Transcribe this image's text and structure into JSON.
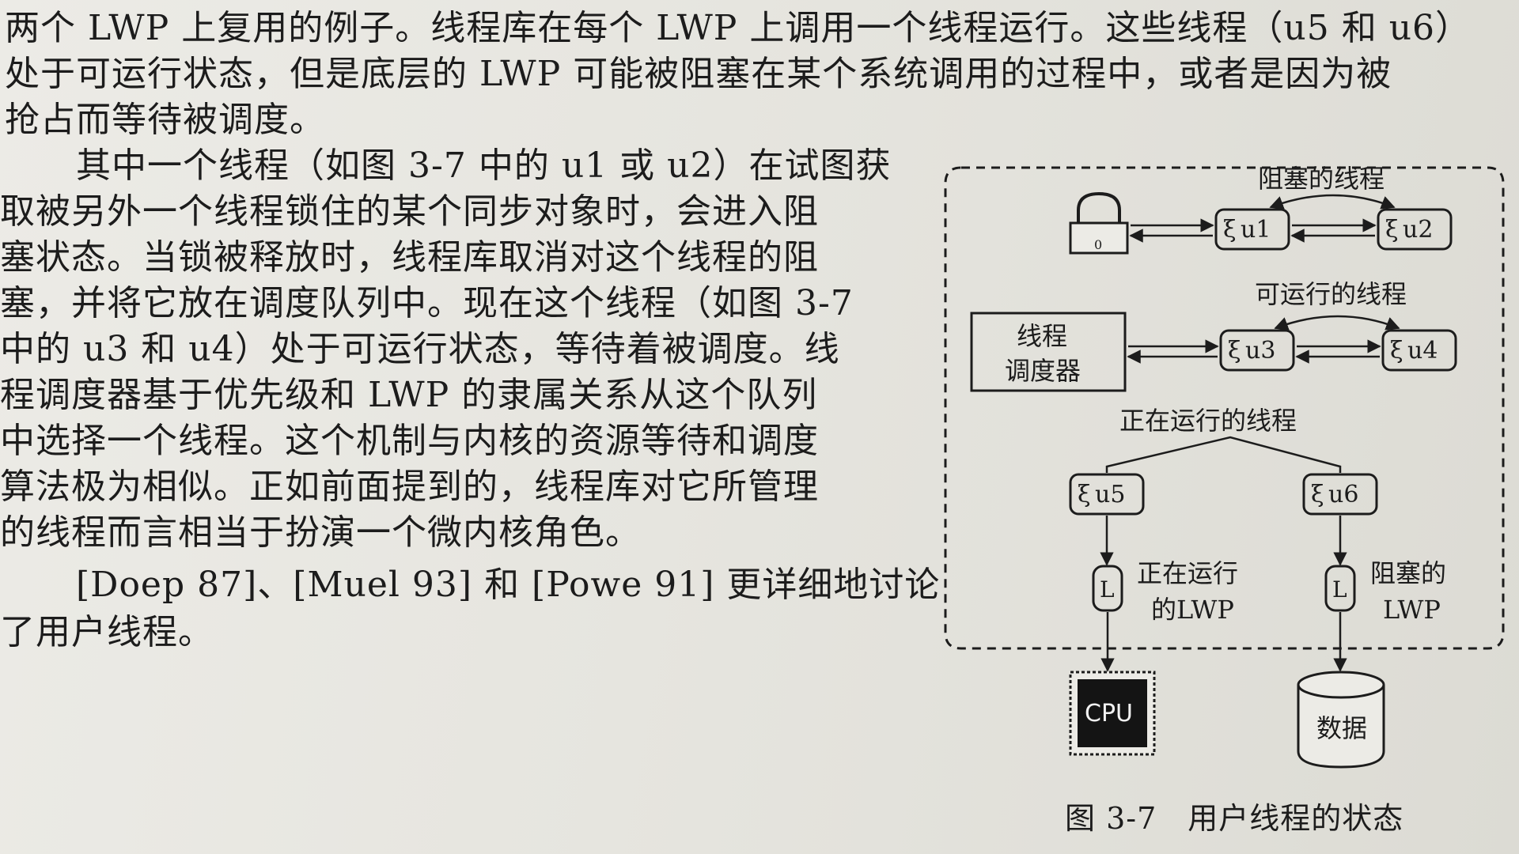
{
  "body_lines": [
    "两个 LWP 上复用的例子。线程库在每个 LWP 上调用一个线程运行。这些线程（u5 和 u6）",
    "处于可运行状态，但是底层的 LWP 可能被阻塞在某个系统调用的过程中，或者是因为被",
    "抢占而等待被调度。"
  ],
  "left_lines": [
    "　　其中一个线程（如图 3-7 中的 u1 或 u2）在试图获",
    "取被另外一个线程锁住的某个同步对象时，会进入阻",
    "塞状态。当锁被释放时，线程库取消对这个线程的阻",
    "塞，并将它放在调度队列中。现在这个线程（如图 3-7",
    "中的 u3 和 u4）处于可运行状态，等待着被调度。线",
    "程调度器基于优先级和 LWP 的隶属关系从这个队列",
    "中选择一个线程。这个机制与内核的资源等待和调度",
    "算法极为相似。正如前面提到的，线程库对它所管理",
    "的线程而言相当于扮演一个微内核角色。",
    "　　[Doep 87]、[Muel 93] 和 [Powe 91] 更详细地讨论",
    "了用户线程。"
  ],
  "figure": {
    "blocked_label": "阻塞的线程",
    "runnable_label": "可运行的线程",
    "running_label": "正在运行的线程",
    "scheduler_line1": "线程",
    "scheduler_line2": "调度器",
    "threads": [
      "u1",
      "u2",
      "u3",
      "u4",
      "u5",
      "u6"
    ],
    "lwp_symbol": "L",
    "running_lwp_line1": "正在运行",
    "running_lwp_line2": "的LWP",
    "blocked_lwp_line1": "阻塞的",
    "blocked_lwp_line2": "LWP",
    "cpu_label": "CPU",
    "data_label": "数据",
    "lock_symbol": "0",
    "caption": "图 3-7　用户线程的状态",
    "icons": {
      "lock": "padlock-icon",
      "thread": "squiggle-thread-icon",
      "cpu": "chip-icon",
      "data": "database-cylinder-icon"
    }
  }
}
